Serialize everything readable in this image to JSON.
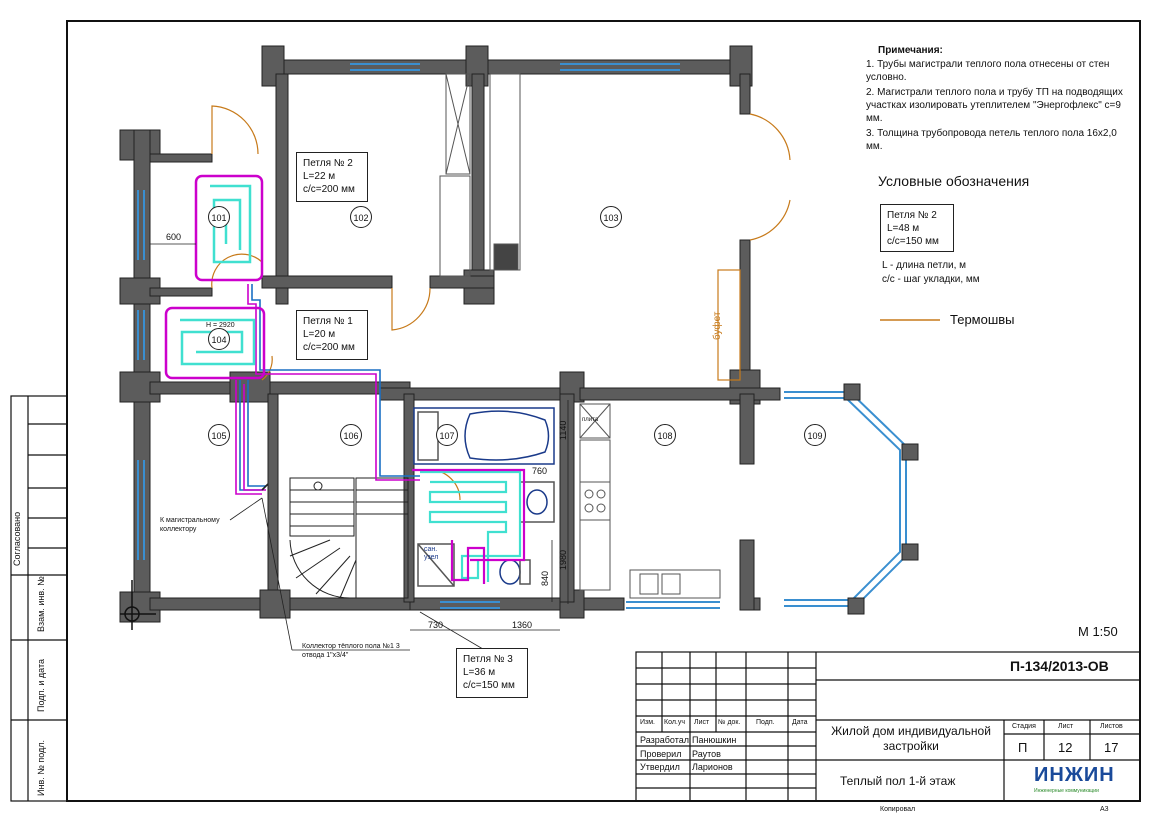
{
  "notes": {
    "title": "Примечания:",
    "items": [
      "1. Трубы магистрали теплого пола отнесены от стен условно.",
      "2. Магистрали теплого пола и трубу ТП на подводящих участках изолировать утеплителем \"Энергофлекс\" с=9 мм.",
      "3. Толщина трубопровода петель теплого пола 16х2,0 мм."
    ]
  },
  "legend": {
    "title": "Условные обозначения",
    "sample_loop": [
      "Петля № 2",
      "L=48 м",
      "с/с=150 мм"
    ],
    "explain_l": "L - длина петли, м",
    "explain_cc": "с/с - шаг укладки, мм",
    "termoshvy": "Термошвы"
  },
  "loops": {
    "loop2": [
      "Петля № 2",
      "L=22 м",
      "с/с=200 мм"
    ],
    "loop1": [
      "Петля № 1",
      "L=20 м",
      "с/с=200 мм"
    ],
    "loop3": [
      "Петля № 3",
      "L=36 м",
      "с/с=150 мм"
    ]
  },
  "rooms": [
    "101",
    "102",
    "103",
    "104",
    "105",
    "106",
    "107",
    "108",
    "109"
  ],
  "labels": {
    "bufet": "буфет",
    "h_mark": "Н = 2920",
    "to_main": "К магистральному коллектору",
    "collector": "Коллектор тёплого пола №1 3 отвода 1\"х3/4\"",
    "sink": "сан. узел",
    "stove": "плита"
  },
  "dims": {
    "d600": "600",
    "d760": "760",
    "d1140": "1140",
    "d1980": "1980",
    "d840": "840",
    "d730": "730",
    "d1360": "1360"
  },
  "scale": "М 1:50",
  "stamp": {
    "code": "П-134/2013-ОВ",
    "cols": [
      "Изм.",
      "Кол.уч",
      "Лист",
      "№ док.",
      "Подп.",
      "Дата"
    ],
    "roles": [
      "Разработал",
      "Проверил",
      "Утвердил"
    ],
    "names": [
      "Панюшкин",
      "Раутов",
      "Ларионов"
    ],
    "object": "Жилой дом индивидуальной застройки",
    "sheet_title": "Теплый пол 1-й этаж",
    "stage_h": "Стадия",
    "sheet_h": "Лист",
    "sheets_h": "Листов",
    "stage": "П",
    "sheet": "12",
    "sheets": "17",
    "logo": "ИНЖИН",
    "logo_sub": "Инженерные коммуникации",
    "copied": "Копировал",
    "format": "А3"
  },
  "side": {
    "agreed": "Согласовано",
    "inv_repl": "Взам. инв. №",
    "sign_date": "Подп. и дата",
    "inv_orig": "Инв. № подл."
  },
  "colors": {
    "wall": "#5a5a5a",
    "cyan": "#40e0d0",
    "magenta": "#cc00cc",
    "blue": "#1a6fc4",
    "orange": "#c77a1a"
  }
}
